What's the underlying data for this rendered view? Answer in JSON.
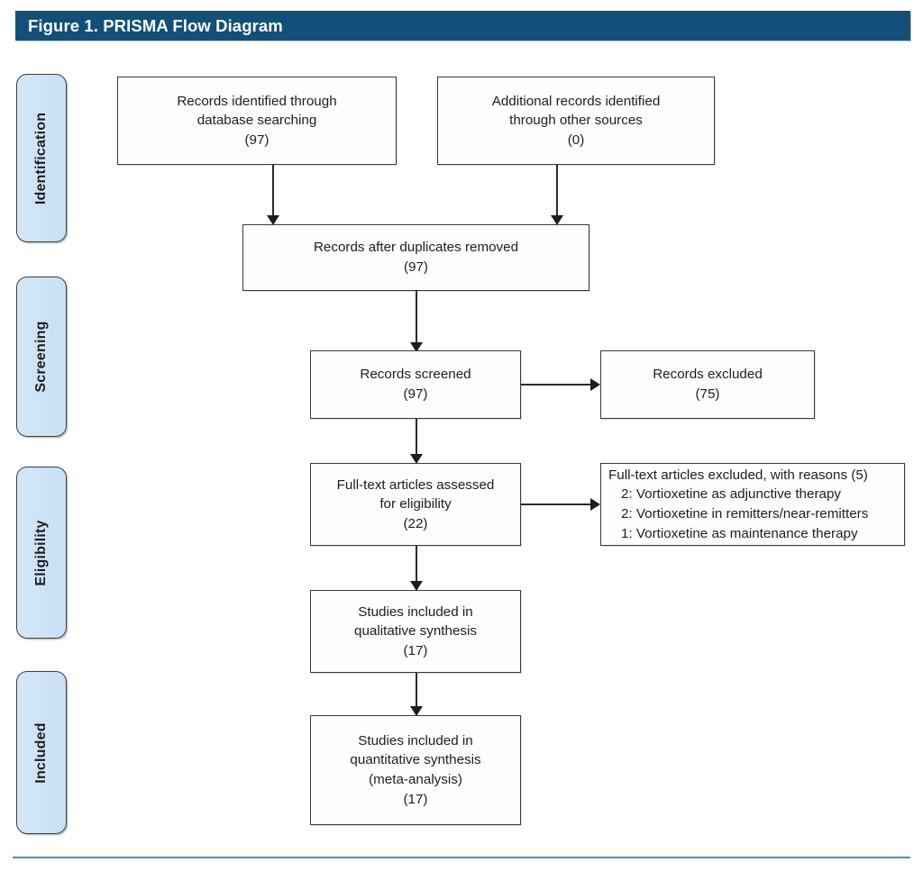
{
  "figure": {
    "title": "Figure 1. PRISMA Flow Diagram",
    "header_color": "#125079",
    "stage_color": "#cfe4f6",
    "rule_color": "#4e8fc0"
  },
  "stages": [
    {
      "id": "identification",
      "label": "Identification"
    },
    {
      "id": "screening",
      "label": "Screening"
    },
    {
      "id": "eligibility",
      "label": "Eligibility"
    },
    {
      "id": "included",
      "label": "Included"
    }
  ],
  "nodes": {
    "database_search": {
      "line1": "Records identified through",
      "line2": "database searching",
      "count": "(97)"
    },
    "other_sources": {
      "line1": "Additional records identified",
      "line2": "through other sources",
      "count": "(0)"
    },
    "duplicates_removed": {
      "line1": "Records after duplicates removed",
      "count": "(97)"
    },
    "records_screened": {
      "line1": "Records screened",
      "count": "(97)"
    },
    "records_excluded": {
      "line1": "Records excluded",
      "count": "(75)"
    },
    "fulltext_assessed": {
      "line1": "Full-text articles assessed",
      "line2": "for eligibility",
      "count": "(22)"
    },
    "fulltext_excluded": {
      "line1": "Full-text articles excluded, with reasons (5)",
      "reason1": "2: Vortioxetine as adjunctive therapy",
      "reason2": "2: Vortioxetine in remitters/near-remitters",
      "reason3": "1: Vortioxetine as maintenance therapy"
    },
    "qualitative_synthesis": {
      "line1": "Studies included in",
      "line2": "qualitative synthesis",
      "count": "(17)"
    },
    "quantitative_synthesis": {
      "line1": "Studies included in",
      "line2": "quantitative synthesis",
      "line3": "(meta-analysis)",
      "count": "(17)"
    }
  },
  "chart_data": {
    "type": "diagram",
    "title": "Figure 1. PRISMA Flow Diagram",
    "stages": [
      "Identification",
      "Screening",
      "Eligibility",
      "Included"
    ],
    "counts": {
      "records_identified_database": 97,
      "records_identified_other": 0,
      "records_after_duplicates_removed": 97,
      "records_screened": 97,
      "records_excluded": 75,
      "fulltext_assessed": 22,
      "fulltext_excluded": 5,
      "studies_qualitative": 17,
      "studies_quantitative": 17
    },
    "exclusion_reasons": [
      {
        "n": 2,
        "reason": "Vortioxetine as adjunctive therapy"
      },
      {
        "n": 2,
        "reason": "Vortioxetine in remitters/near-remitters"
      },
      {
        "n": 1,
        "reason": "Vortioxetine as maintenance therapy"
      }
    ]
  }
}
